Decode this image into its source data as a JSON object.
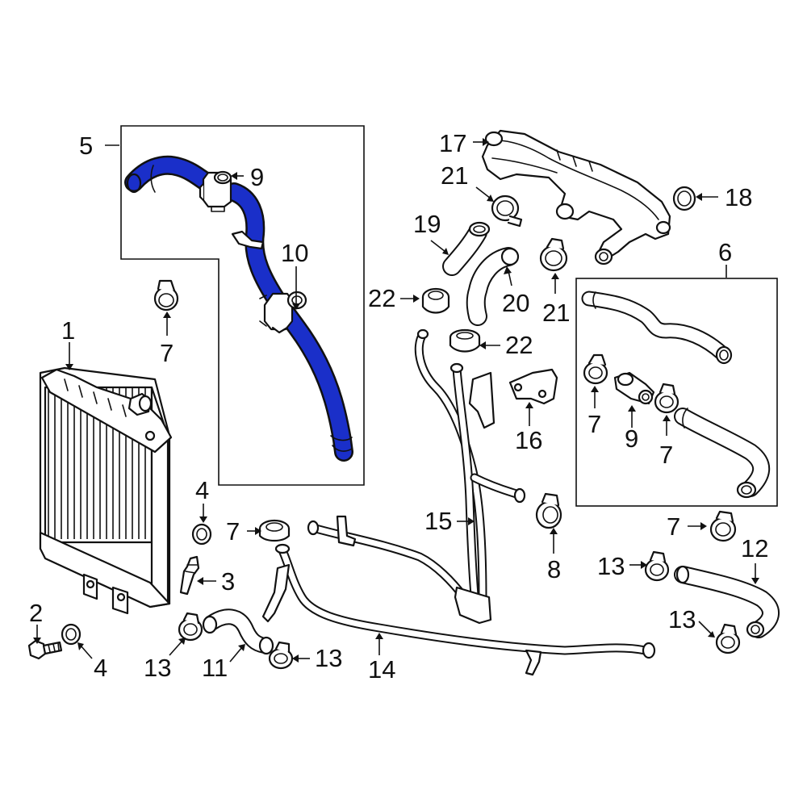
{
  "colors": {
    "highlight": "#1a2fc9",
    "line": "#111111",
    "background": "#ffffff"
  },
  "callouts": {
    "c1": "1",
    "c2": "2",
    "c3": "3",
    "c4a": "4",
    "c4b": "4",
    "c5": "5",
    "c6": "6",
    "c7a": "7",
    "c7b": "7",
    "c7c": "7",
    "c7d": "7",
    "c7e": "7",
    "c8": "8",
    "c9a": "9",
    "c9b": "9",
    "c10": "10",
    "c11": "11",
    "c12": "12",
    "c13a": "13",
    "c13b": "13",
    "c13c": "13",
    "c13d": "13",
    "c14": "14",
    "c15": "15",
    "c16": "16",
    "c17": "17",
    "c18": "18",
    "c19": "19",
    "c20": "20",
    "c21a": "21",
    "c21b": "21",
    "c22a": "22",
    "c22b": "22"
  }
}
